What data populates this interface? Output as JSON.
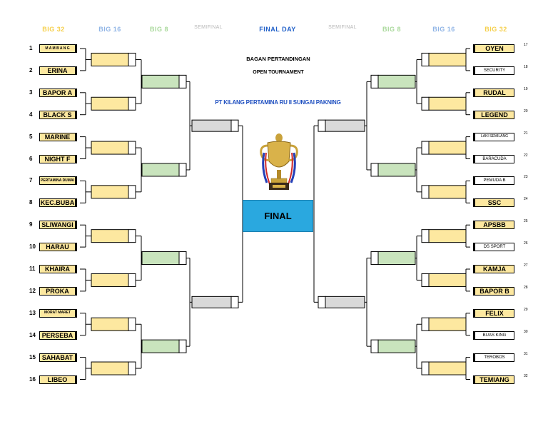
{
  "headers": {
    "left": [
      "BIG 32",
      "BIG 16",
      "BIG 8",
      "SEMIFINAL"
    ],
    "center": "FINAL DAY",
    "right": [
      "SEMIFINAL",
      "BIG 8",
      "BIG 16",
      "BIG 32"
    ],
    "colors": {
      "big32": "#f5cf4a",
      "big16": "#8fb4e6",
      "big8": "#a8d89a",
      "semifinal": "#b8b8b8",
      "final_day": "#1f5fc8"
    }
  },
  "titles": {
    "line1": "BAGAN PERTANDINGAN",
    "line2": "OPEN TOURNAMENT",
    "company": "PT KILANG PERTAMINA RU II SUNGAI PAKNING",
    "final": "FINAL"
  },
  "left_teams": [
    {
      "num": "1",
      "name": "M A M B A N G"
    },
    {
      "num": "2",
      "name": "ERINA"
    },
    {
      "num": "3",
      "name": "BAPOR A"
    },
    {
      "num": "4",
      "name": "BLACK S"
    },
    {
      "num": "5",
      "name": "MARINE"
    },
    {
      "num": "6",
      "name": "NIGHT F"
    },
    {
      "num": "7",
      "name": "PERTAMINA DUMAI"
    },
    {
      "num": "8",
      "name": "KEC.BUBA"
    },
    {
      "num": "9",
      "name": "SLIWANGI"
    },
    {
      "num": "10",
      "name": "HARAU"
    },
    {
      "num": "11",
      "name": "KHAIRA"
    },
    {
      "num": "12",
      "name": "PROKA"
    },
    {
      "num": "13",
      "name": "MORAT MARET"
    },
    {
      "num": "14",
      "name": "PERSEBA"
    },
    {
      "num": "15",
      "name": "SAHABAT"
    },
    {
      "num": "16",
      "name": "LIBEO"
    }
  ],
  "right_teams": [
    {
      "num": "17",
      "name": "OYEN"
    },
    {
      "num": "18",
      "name": "SECURITY"
    },
    {
      "num": "19",
      "name": "RUDAL"
    },
    {
      "num": "20",
      "name": "LEGEND"
    },
    {
      "num": "21",
      "name": "LAKI SEMILANG"
    },
    {
      "num": "22",
      "name": "BARACUDA"
    },
    {
      "num": "23",
      "name": "PEMUDA B"
    },
    {
      "num": "24",
      "name": "SSC"
    },
    {
      "num": "25",
      "name": "APSBB"
    },
    {
      "num": "26",
      "name": "DS SPORT"
    },
    {
      "num": "27",
      "name": "KAMJA"
    },
    {
      "num": "28",
      "name": "BAPOR B"
    },
    {
      "num": "29",
      "name": "FELIX"
    },
    {
      "num": "30",
      "name": "BUAS KING"
    },
    {
      "num": "31",
      "name": "TEROBOS"
    },
    {
      "num": "32",
      "name": "TEMIANG"
    }
  ]
}
